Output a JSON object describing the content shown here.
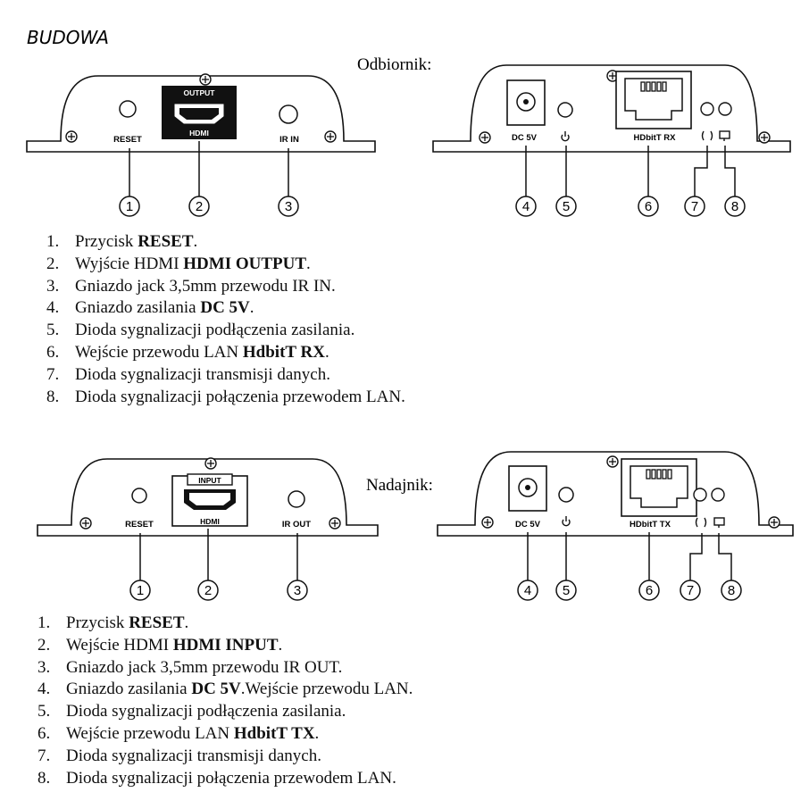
{
  "title": "BUDOWA",
  "receiver_label": "Odbiornik:",
  "transmitter_label": "Nadajnik:",
  "panels": {
    "reset": "RESET",
    "output_tag": "OUTPUT",
    "input_tag": "INPUT",
    "hdmi": "HDMI",
    "ir_in": "IR IN",
    "ir_out": "IR OUT",
    "dc": "DC 5V",
    "rx": "HDbitT RX",
    "tx": "HDbitT TX"
  },
  "callouts": [
    "1",
    "2",
    "3",
    "4",
    "5",
    "6",
    "7",
    "8"
  ],
  "receiver_items": [
    {
      "num": "1.",
      "pre": "Przycisk ",
      "bold": "RESET",
      "post": "."
    },
    {
      "num": "2.",
      "pre": "Wyjście HDMI ",
      "bold": "HDMI OUTPUT",
      "post": "."
    },
    {
      "num": "3.",
      "pre": "Gniazdo jack 3,5mm przewodu IR IN.",
      "bold": "",
      "post": ""
    },
    {
      "num": "4.",
      "pre": "Gniazdo zasilania ",
      "bold": "DC 5V",
      "post": "."
    },
    {
      "num": "5.",
      "pre": "Dioda sygnalizacji podłączenia zasilania.",
      "bold": "",
      "post": ""
    },
    {
      "num": "6.",
      "pre": "Wejście przewodu LAN ",
      "bold": "HdbitT RX",
      "post": "."
    },
    {
      "num": "7.",
      "pre": "Dioda sygnalizacji transmisji danych.",
      "bold": "",
      "post": ""
    },
    {
      "num": "8.",
      "pre": "Dioda sygnalizacji połączenia przewodem LAN.",
      "bold": "",
      "post": ""
    }
  ],
  "transmitter_items": [
    {
      "num": "1.",
      "pre": "Przycisk ",
      "bold": "RESET",
      "post": "."
    },
    {
      "num": "2.",
      "pre": "Wejście HDMI ",
      "bold": "HDMI INPUT",
      "post": "."
    },
    {
      "num": "3.",
      "pre": "Gniazdo jack 3,5mm przewodu IR OUT.",
      "bold": "",
      "post": ""
    },
    {
      "num": "4.",
      "pre": "Gniazdo zasilania ",
      "bold": "DC 5V",
      "post": ".Wejście przewodu LAN."
    },
    {
      "num": "5.",
      "pre": "Dioda sygnalizacji podłączenia zasilania.",
      "bold": "",
      "post": ""
    },
    {
      "num": "6.",
      "pre": "Wejście przewodu LAN ",
      "bold": "HdbitT TX",
      "post": "."
    },
    {
      "num": "7.",
      "pre": "Dioda sygnalizacji transmisji danych.",
      "bold": "",
      "post": ""
    },
    {
      "num": "8.",
      "pre": "Dioda sygnalizacji połączenia przewodem LAN.",
      "bold": "",
      "post": ""
    }
  ]
}
